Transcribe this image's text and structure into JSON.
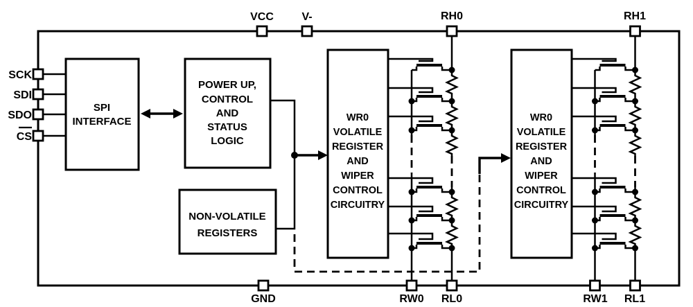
{
  "colors": {
    "ink": "#000000",
    "background": "#ffffff"
  },
  "pins": {
    "top": [
      {
        "label": "VCC"
      },
      {
        "label": "V-"
      },
      {
        "label": "RH0"
      },
      {
        "label": "RH1"
      }
    ],
    "bottom": [
      {
        "label": "GND"
      },
      {
        "label": "RW0"
      },
      {
        "label": "RL0"
      },
      {
        "label": "RW1"
      },
      {
        "label": "RL1"
      }
    ],
    "left": [
      {
        "label": "SCK"
      },
      {
        "label": "SDI"
      },
      {
        "label": "SDO"
      },
      {
        "label": "CS",
        "overline": true
      }
    ]
  },
  "blocks": {
    "spi": {
      "lines": [
        "SPI",
        "INTERFACE"
      ]
    },
    "power": {
      "lines": [
        "POWER UP,",
        "CONTROL",
        "AND",
        "STATUS",
        "LOGIC"
      ]
    },
    "nv": {
      "lines": [
        "NON-VOLATILE",
        "REGISTERS"
      ]
    },
    "wiper0": {
      "lines": [
        "WR0",
        "VOLATILE",
        "REGISTER",
        "AND",
        "WIPER",
        "CONTROL",
        "CIRCUITRY"
      ]
    },
    "wiper1": {
      "lines": [
        "WR0",
        "VOLATILE",
        "REGISTER",
        "AND",
        "WIPER",
        "CONTROL",
        "CIRCUITRY"
      ]
    }
  }
}
